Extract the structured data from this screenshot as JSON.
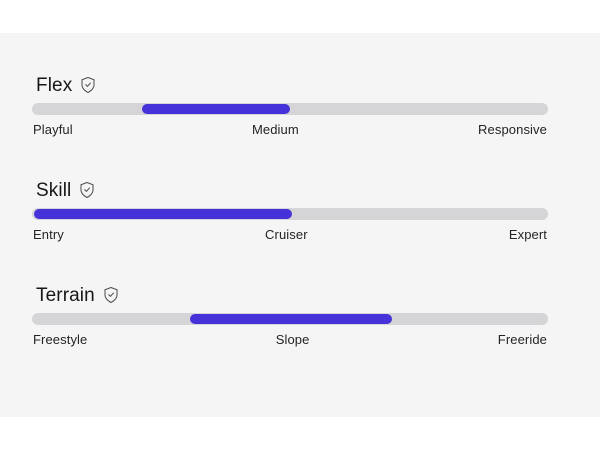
{
  "colors": {
    "page_background": "#ffffff",
    "panel_background": "#f5f5f5",
    "track": "#d5d5d7",
    "fill": "#4632d9",
    "heading_text": "#171717",
    "label_text": "#242424",
    "icon_stroke": "#4f4f4f"
  },
  "sliders": [
    {
      "id": "flex",
      "title": "Flex",
      "icon": "shield-check-icon",
      "labels": [
        "Playful",
        "Medium",
        "Responsive"
      ],
      "range_start_pct": 21.3,
      "range_end_pct": 50.0
    },
    {
      "id": "skill",
      "title": "Skill",
      "icon": "shield-check-icon",
      "labels": [
        "Entry",
        "Cruiser",
        "Expert"
      ],
      "range_start_pct": 0.4,
      "range_end_pct": 50.4
    },
    {
      "id": "terrain",
      "title": "Terrain",
      "icon": "shield-check-icon",
      "labels": [
        "Freestyle",
        "Slope",
        "Freeride"
      ],
      "range_start_pct": 30.6,
      "range_end_pct": 69.8
    }
  ]
}
